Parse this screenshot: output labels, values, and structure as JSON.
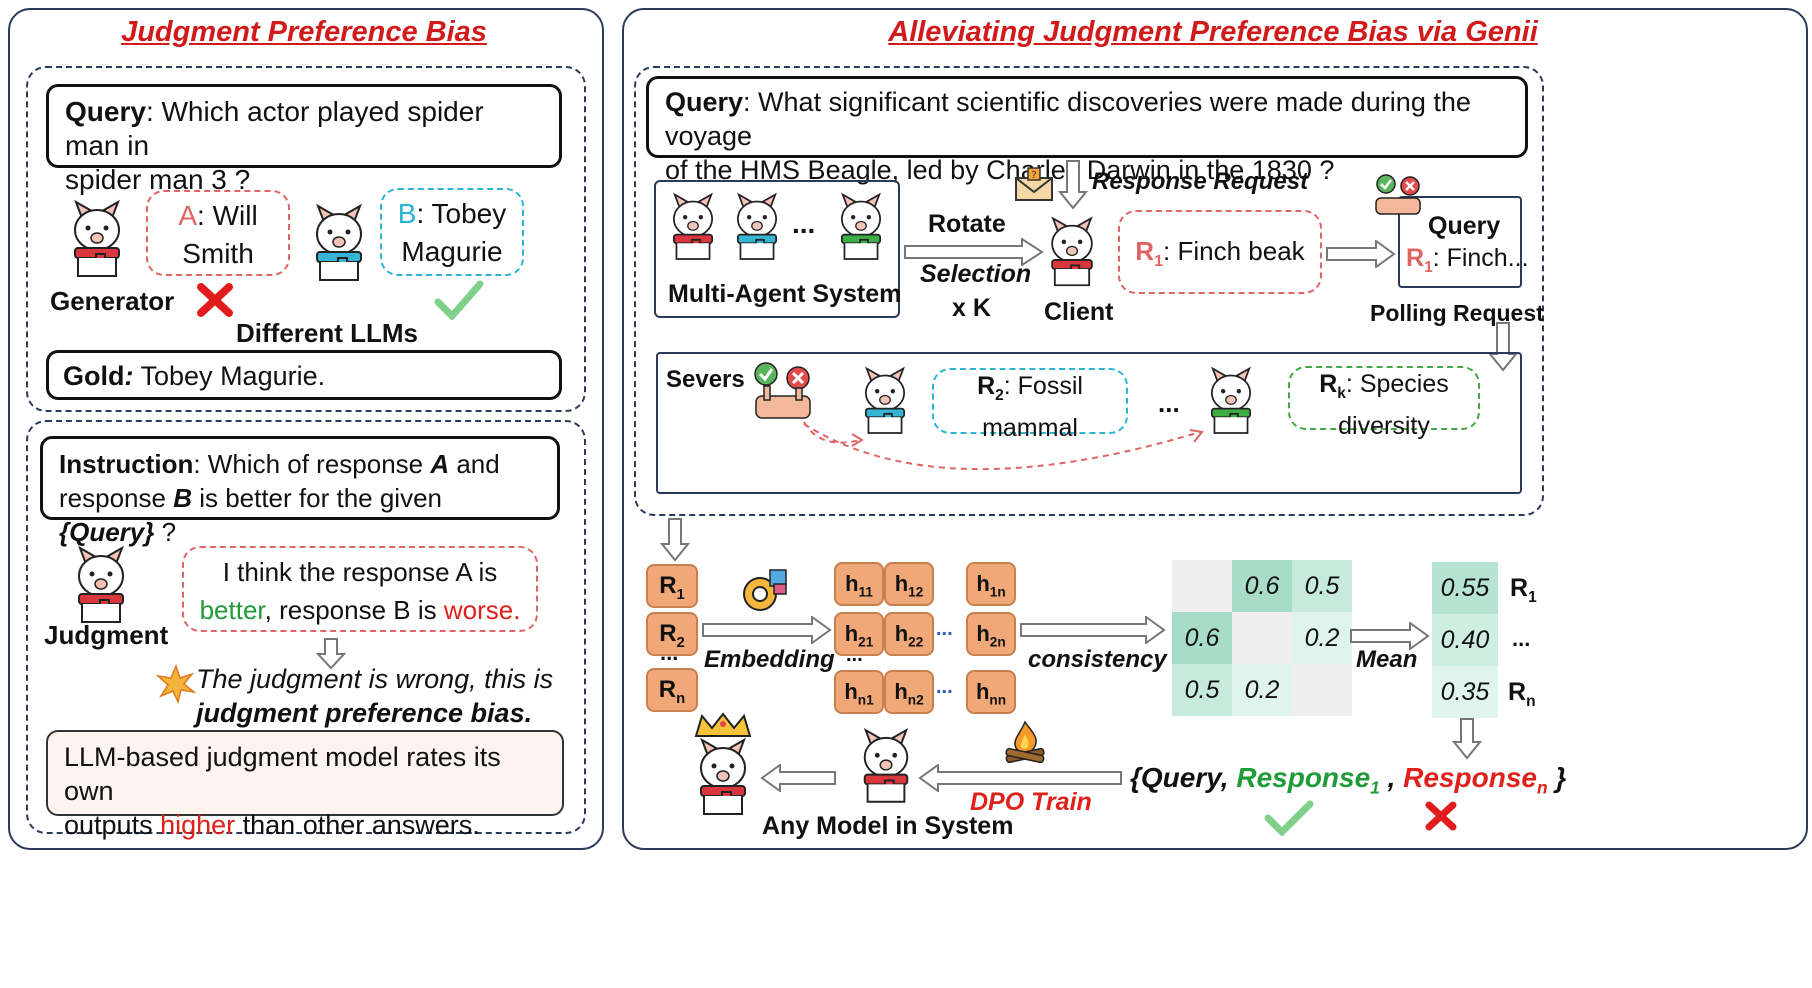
{
  "left": {
    "title": "Judgment Preference Bias",
    "query_label": "Query",
    "query_text": ": Which actor played spider man in",
    "query_text2": "spider man 3 ?",
    "bubble_a_letter": "A",
    "bubble_a_text1": ": Will",
    "bubble_a_text2": "Smith",
    "bubble_b_letter": "B",
    "bubble_b_text1": ": Tobey",
    "bubble_b_text2": "Magurie",
    "generator_label": "Generator",
    "different_llms": "Different LLMs",
    "gold_label": "Gold",
    "gold_colon": ":",
    "gold_text": " Tobey  Magurie.",
    "instruction_label": "Instruction",
    "instr_1": ": Which of response ",
    "instr_A": "A",
    "instr_2": " and",
    "instr_3": "response ",
    "instr_B": "B",
    "instr_4": " is better for the given ",
    "instr_q": "{Query}",
    "instr_5": " ?",
    "judge_1": "I think the response A is",
    "judge_better": "better",
    "judge_2": ", response B is ",
    "judge_worse": "worse.",
    "judgment_label": "Judgment",
    "wrong_1": "The judgment is wrong, this is",
    "wrong_2": "judgment preference bias.",
    "llm_1": "LLM-based judgment model rates its own",
    "llm_2": "outputs ",
    "llm_higher": "higher",
    "llm_3": " than other answers."
  },
  "right": {
    "title": "Alleviating Judgment Preference Bias via Genii",
    "query_label": "Query",
    "query_text1": ": What significant scientific discoveries were made during the voyage",
    "query_text2": "of the HMS Beagle, led by Charles Darwin in the 1830 ?",
    "response_request": "Response Request",
    "ellipsis": "...",
    "multi_agent": "Multi-Agent System",
    "rotate": "Rotate",
    "selection": "Selection",
    "xk": "x K",
    "client": "Client",
    "r1_label": "R",
    "r1_sub": "1",
    "r1_text": ": Finch beak",
    "poll_query": "Query",
    "poll_r1": "R",
    "poll_r1_sub": "1",
    "poll_r1_text": ": Finch...",
    "polling_request": "Polling Request",
    "severs": "Severs",
    "r2_sub": "2",
    "r2_text1": ": Fossil",
    "r2_text2": "mammal",
    "rk_sub": "k",
    "rk_text1": ": Species",
    "rk_text2": "diversity",
    "dots": "...",
    "embedding": "Embedding",
    "consistency": "consistency",
    "mean": "Mean",
    "dpo_train": "DPO Train",
    "any_model": "Any Model in System",
    "final_query": "{Query, ",
    "final_resp1": "Response",
    "final_resp1_sub": "1",
    "final_comma": " , ",
    "final_respn": "Response",
    "final_respn_sub": "n",
    "final_close": " }"
  },
  "r_boxes": [
    {
      "label": "R",
      "sub": "1"
    },
    {
      "label": "R",
      "sub": "2"
    },
    {
      "label": "R",
      "sub": "n"
    }
  ],
  "h_boxes": [
    {
      "label": "h",
      "sub": "11"
    },
    {
      "label": "h",
      "sub": "12"
    },
    {
      "label": "h",
      "sub": "1n"
    },
    {
      "label": "h",
      "sub": "21"
    },
    {
      "label": "h",
      "sub": "22"
    },
    {
      "label": "h",
      "sub": "2n"
    },
    {
      "label": "h",
      "sub": "n1"
    },
    {
      "label": "h",
      "sub": "n2"
    },
    {
      "label": "h",
      "sub": "nn"
    }
  ],
  "matrix": [
    [
      "",
      "0.6",
      "0.5"
    ],
    [
      "0.6",
      "",
      "0.2"
    ],
    [
      "0.5",
      "0.2",
      ""
    ]
  ],
  "mean_values": [
    "0.55",
    "0.40",
    "0.35"
  ],
  "mean_labels": [
    {
      "label": "R",
      "sub": "1"
    },
    {
      "label": "...",
      "sub": ""
    },
    {
      "label": "R",
      "sub": "n"
    }
  ],
  "colors": {
    "red": "#e0201b",
    "green": "#1f9b3a",
    "border": "#2b3a5a",
    "orange_box": "#f0a878",
    "teal": "#bfe6d8"
  }
}
